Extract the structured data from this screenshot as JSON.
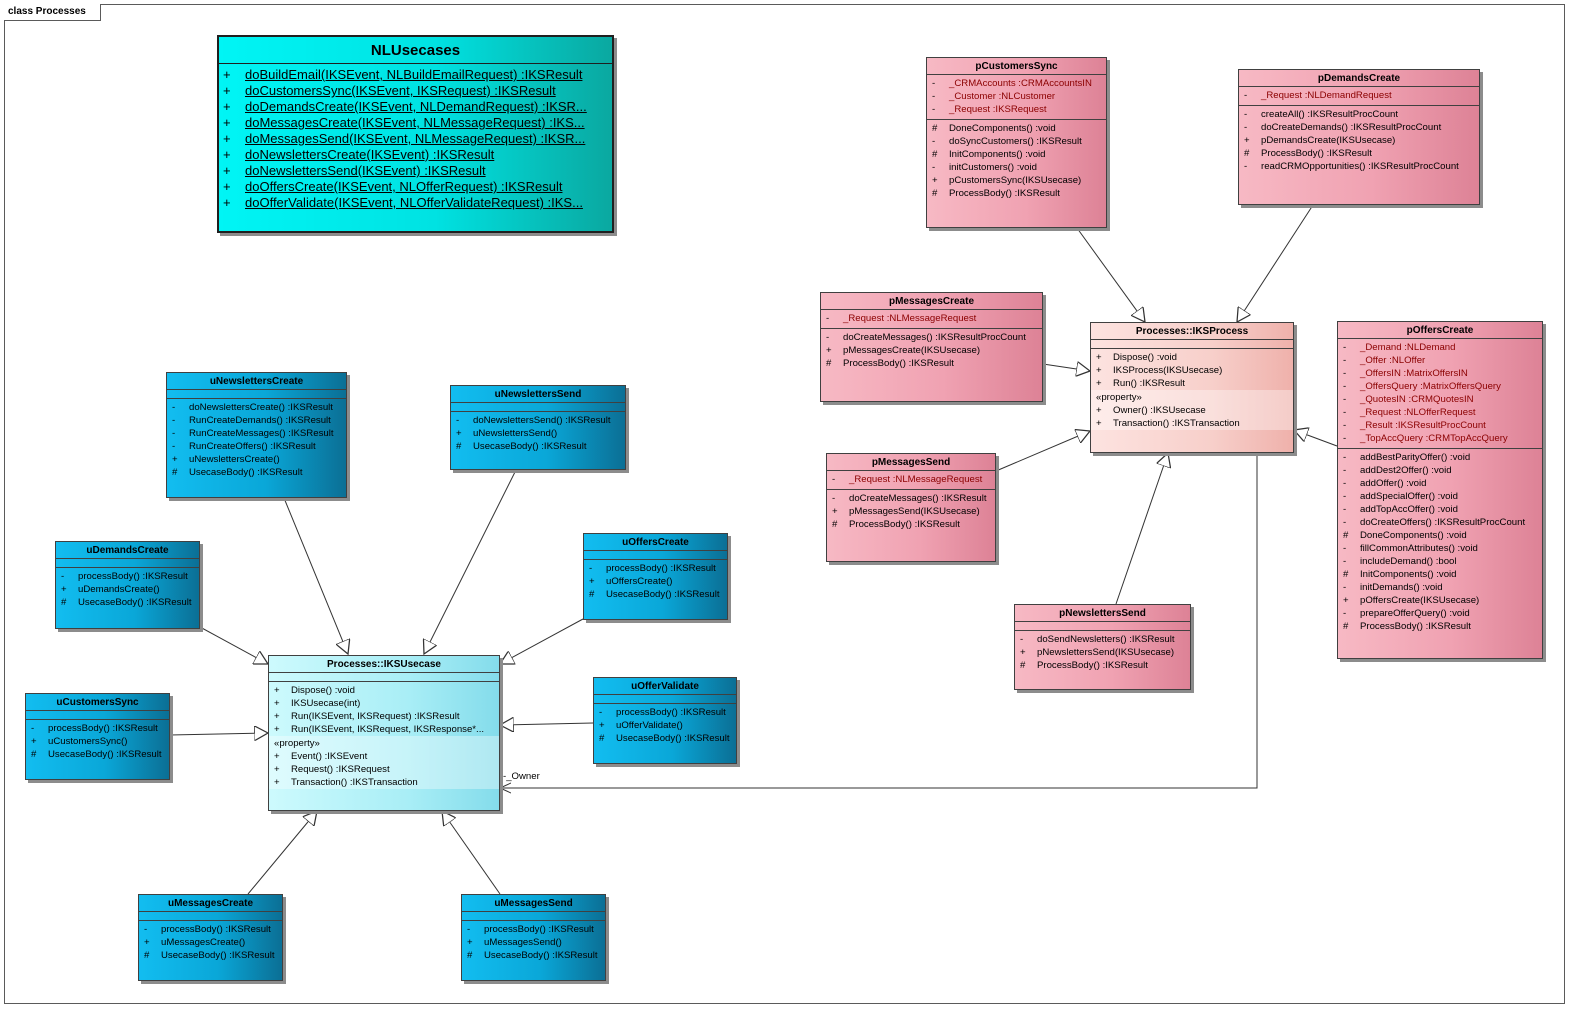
{
  "frame_label": "class Processes",
  "role_label": "-_Owner",
  "nlusecases": {
    "name": "NLUsecases",
    "ops": [
      {
        "v": "+",
        "t": "doBuildEmail(IKSEvent, NLBuildEmailRequest)  :IKSResult"
      },
      {
        "v": "+",
        "t": "doCustomersSync(IKSEvent, IKSRequest)  :IKSResult"
      },
      {
        "v": "+",
        "t": "doDemandsCreate(IKSEvent, NLDemandRequest)  :IKSR..."
      },
      {
        "v": "+",
        "t": "doMessagesCreate(IKSEvent, NLMessageRequest)  :IKS..."
      },
      {
        "v": "+",
        "t": "doMessagesSend(IKSEvent, NLMessageRequest)  :IKSR..."
      },
      {
        "v": "+",
        "t": "doNewslettersCreate(IKSEvent)  :IKSResult"
      },
      {
        "v": "+",
        "t": "doNewslettersSend(IKSEvent)  :IKSResult"
      },
      {
        "v": "+",
        "t": "doOffersCreate(IKSEvent, NLOfferRequest)  :IKSResult"
      },
      {
        "v": "+",
        "t": "doOfferValidate(IKSEvent, NLOfferValidateRequest)  :IKS..."
      }
    ]
  },
  "uNewslettersCreate": {
    "name": "uNewslettersCreate",
    "ops": [
      {
        "v": "-",
        "t": "doNewslettersCreate()  :IKSResult"
      },
      {
        "v": "-",
        "t": "RunCreateDemands()  :IKSResult"
      },
      {
        "v": "-",
        "t": "RunCreateMessages()  :IKSResult"
      },
      {
        "v": "-",
        "t": "RunCreateOffers()  :IKSResult"
      },
      {
        "v": "+",
        "t": "uNewslettersCreate()"
      },
      {
        "v": "#",
        "t": "UsecaseBody()  :IKSResult"
      }
    ]
  },
  "uNewslettersSend": {
    "name": "uNewslettersSend",
    "ops": [
      {
        "v": "-",
        "t": "doNewslettersSend()  :IKSResult"
      },
      {
        "v": "+",
        "t": "uNewslettersSend()"
      },
      {
        "v": "#",
        "t": "UsecaseBody()  :IKSResult"
      }
    ]
  },
  "uDemandsCreate": {
    "name": "uDemandsCreate",
    "ops": [
      {
        "v": "-",
        "t": "processBody()  :IKSResult"
      },
      {
        "v": "+",
        "t": "uDemandsCreate()"
      },
      {
        "v": "#",
        "t": "UsecaseBody()  :IKSResult"
      }
    ]
  },
  "uOffersCreate": {
    "name": "uOffersCreate",
    "ops": [
      {
        "v": "-",
        "t": "processBody()  :IKSResult"
      },
      {
        "v": "+",
        "t": "uOffersCreate()"
      },
      {
        "v": "#",
        "t": "UsecaseBody()  :IKSResult"
      }
    ]
  },
  "uCustomersSync": {
    "name": "uCustomersSync",
    "ops": [
      {
        "v": "-",
        "t": "processBody()  :IKSResult"
      },
      {
        "v": "+",
        "t": "uCustomersSync()"
      },
      {
        "v": "#",
        "t": "UsecaseBody()  :IKSResult"
      }
    ]
  },
  "uOfferValidate": {
    "name": "uOfferValidate",
    "ops": [
      {
        "v": "-",
        "t": "processBody()  :IKSResult"
      },
      {
        "v": "+",
        "t": "uOfferValidate()"
      },
      {
        "v": "#",
        "t": "UsecaseBody()  :IKSResult"
      }
    ]
  },
  "uMessagesCreate": {
    "name": "uMessagesCreate",
    "ops": [
      {
        "v": "-",
        "t": "processBody()  :IKSResult"
      },
      {
        "v": "+",
        "t": "uMessagesCreate()"
      },
      {
        "v": "#",
        "t": "UsecaseBody()  :IKSResult"
      }
    ]
  },
  "uMessagesSend": {
    "name": "uMessagesSend",
    "ops": [
      {
        "v": "-",
        "t": "processBody()  :IKSResult"
      },
      {
        "v": "+",
        "t": "uMessagesSend()"
      },
      {
        "v": "#",
        "t": "UsecaseBody()  :IKSResult"
      }
    ]
  },
  "iksUsecase": {
    "name": "Processes::IKSUsecase",
    "ops": [
      {
        "v": "+",
        "t": "Dispose()  :void"
      },
      {
        "v": "+",
        "t": "IKSUsecase(int)"
      },
      {
        "v": "+",
        "t": "Run(IKSEvent, IKSRequest)  :IKSResult"
      },
      {
        "v": "+",
        "t": "Run(IKSEvent, IKSRequest, IKSResponse*..."
      }
    ],
    "stereotype": "«property»",
    "props": [
      {
        "v": "+",
        "t": "Event()  :IKSEvent"
      },
      {
        "v": "+",
        "t": "Request()  :IKSRequest"
      },
      {
        "v": "+",
        "t": "Transaction()  :IKSTransaction"
      }
    ]
  },
  "pCustomersSync": {
    "name": "pCustomersSync",
    "attrs": [
      {
        "v": "-",
        "t": "_CRMAccounts  :CRMAccountsIN"
      },
      {
        "v": "-",
        "t": "_Customer  :NLCustomer"
      },
      {
        "v": "-",
        "t": "_Request  :IKSRequest"
      }
    ],
    "ops": [
      {
        "v": "#",
        "t": "DoneComponents()  :void"
      },
      {
        "v": "-",
        "t": "doSyncCustomers()  :IKSResult"
      },
      {
        "v": "#",
        "t": "InitComponents()  :void"
      },
      {
        "v": "-",
        "t": "initCustomers()  :void"
      },
      {
        "v": "+",
        "t": "pCustomersSync(IKSUsecase)"
      },
      {
        "v": "#",
        "t": "ProcessBody()  :IKSResult"
      }
    ]
  },
  "pDemandsCreate": {
    "name": "pDemandsCreate",
    "attrs": [
      {
        "v": "-",
        "t": "_Request  :NLDemandRequest"
      }
    ],
    "ops": [
      {
        "v": "-",
        "t": "createAll()  :IKSResultProcCount"
      },
      {
        "v": "-",
        "t": "doCreateDemands()  :IKSResultProcCount"
      },
      {
        "v": "+",
        "t": "pDemandsCreate(IKSUsecase)"
      },
      {
        "v": "#",
        "t": "ProcessBody()  :IKSResult"
      },
      {
        "v": "-",
        "t": "readCRMOpportunities()  :IKSResultProcCount"
      }
    ]
  },
  "pMessagesCreate": {
    "name": "pMessagesCreate",
    "attrs": [
      {
        "v": "-",
        "t": "_Request  :NLMessageRequest"
      }
    ],
    "ops": [
      {
        "v": "-",
        "t": "doCreateMessages()  :IKSResultProcCount"
      },
      {
        "v": "+",
        "t": "pMessagesCreate(IKSUsecase)"
      },
      {
        "v": "#",
        "t": "ProcessBody()  :IKSResult"
      }
    ]
  },
  "pMessagesSend": {
    "name": "pMessagesSend",
    "attrs": [
      {
        "v": "-",
        "t": "_Request  :NLMessageRequest"
      }
    ],
    "ops": [
      {
        "v": "-",
        "t": "doCreateMessages()  :IKSResult"
      },
      {
        "v": "+",
        "t": "pMessagesSend(IKSUsecase)"
      },
      {
        "v": "#",
        "t": "ProcessBody()  :IKSResult"
      }
    ]
  },
  "iksProcess": {
    "name": "Processes::IKSProcess",
    "ops": [
      {
        "v": "+",
        "t": "Dispose()  :void"
      },
      {
        "v": "+",
        "t": "IKSProcess(IKSUsecase)"
      },
      {
        "v": "+",
        "t": "Run()  :IKSResult"
      }
    ],
    "stereotype": "«property»",
    "props": [
      {
        "v": "+",
        "t": "Owner()  :IKSUsecase"
      },
      {
        "v": "+",
        "t": "Transaction()  :IKSTransaction"
      }
    ]
  },
  "pNewslettersSend": {
    "name": "pNewslettersSend",
    "ops": [
      {
        "v": "-",
        "t": "doSendNewsletters()  :IKSResult"
      },
      {
        "v": "+",
        "t": "pNewslettersSend(IKSUsecase)"
      },
      {
        "v": "#",
        "t": "ProcessBody()  :IKSResult"
      }
    ]
  },
  "pOffersCreate": {
    "name": "pOffersCreate",
    "attrs": [
      {
        "v": "-",
        "t": "_Demand  :NLDemand"
      },
      {
        "v": "-",
        "t": "_Offer  :NLOffer"
      },
      {
        "v": "-",
        "t": "_OffersIN  :MatrixOffersIN"
      },
      {
        "v": "-",
        "t": "_OffersQuery  :MatrixOffersQuery"
      },
      {
        "v": "-",
        "t": "_QuotesIN  :CRMQuotesIN"
      },
      {
        "v": "-",
        "t": "_Request  :NLOfferRequest"
      },
      {
        "v": "-",
        "t": "_Result  :IKSResultProcCount"
      },
      {
        "v": "-",
        "t": "_TopAccQuery  :CRMTopAccQuery"
      }
    ],
    "ops": [
      {
        "v": "-",
        "t": "addBestParityOffer()  :void"
      },
      {
        "v": "-",
        "t": "addDest2Offer()  :void"
      },
      {
        "v": "-",
        "t": "addOffer()  :void"
      },
      {
        "v": "-",
        "t": "addSpecialOffer()  :void"
      },
      {
        "v": "-",
        "t": "addTopAccOffer()  :void"
      },
      {
        "v": "-",
        "t": "doCreateOffers()  :IKSResultProcCount"
      },
      {
        "v": "#",
        "t": "DoneComponents()  :void"
      },
      {
        "v": "-",
        "t": "fillCommonAttributes()  :void"
      },
      {
        "v": "-",
        "t": "includeDemand()  :bool"
      },
      {
        "v": "#",
        "t": "InitComponents()  :void"
      },
      {
        "v": "-",
        "t": "initDemands()  :void"
      },
      {
        "v": "+",
        "t": "pOffersCreate(IKSUsecase)"
      },
      {
        "v": "-",
        "t": "prepareOfferQuery()  :void"
      },
      {
        "v": "#",
        "t": "ProcessBody()  :IKSResult"
      }
    ]
  }
}
